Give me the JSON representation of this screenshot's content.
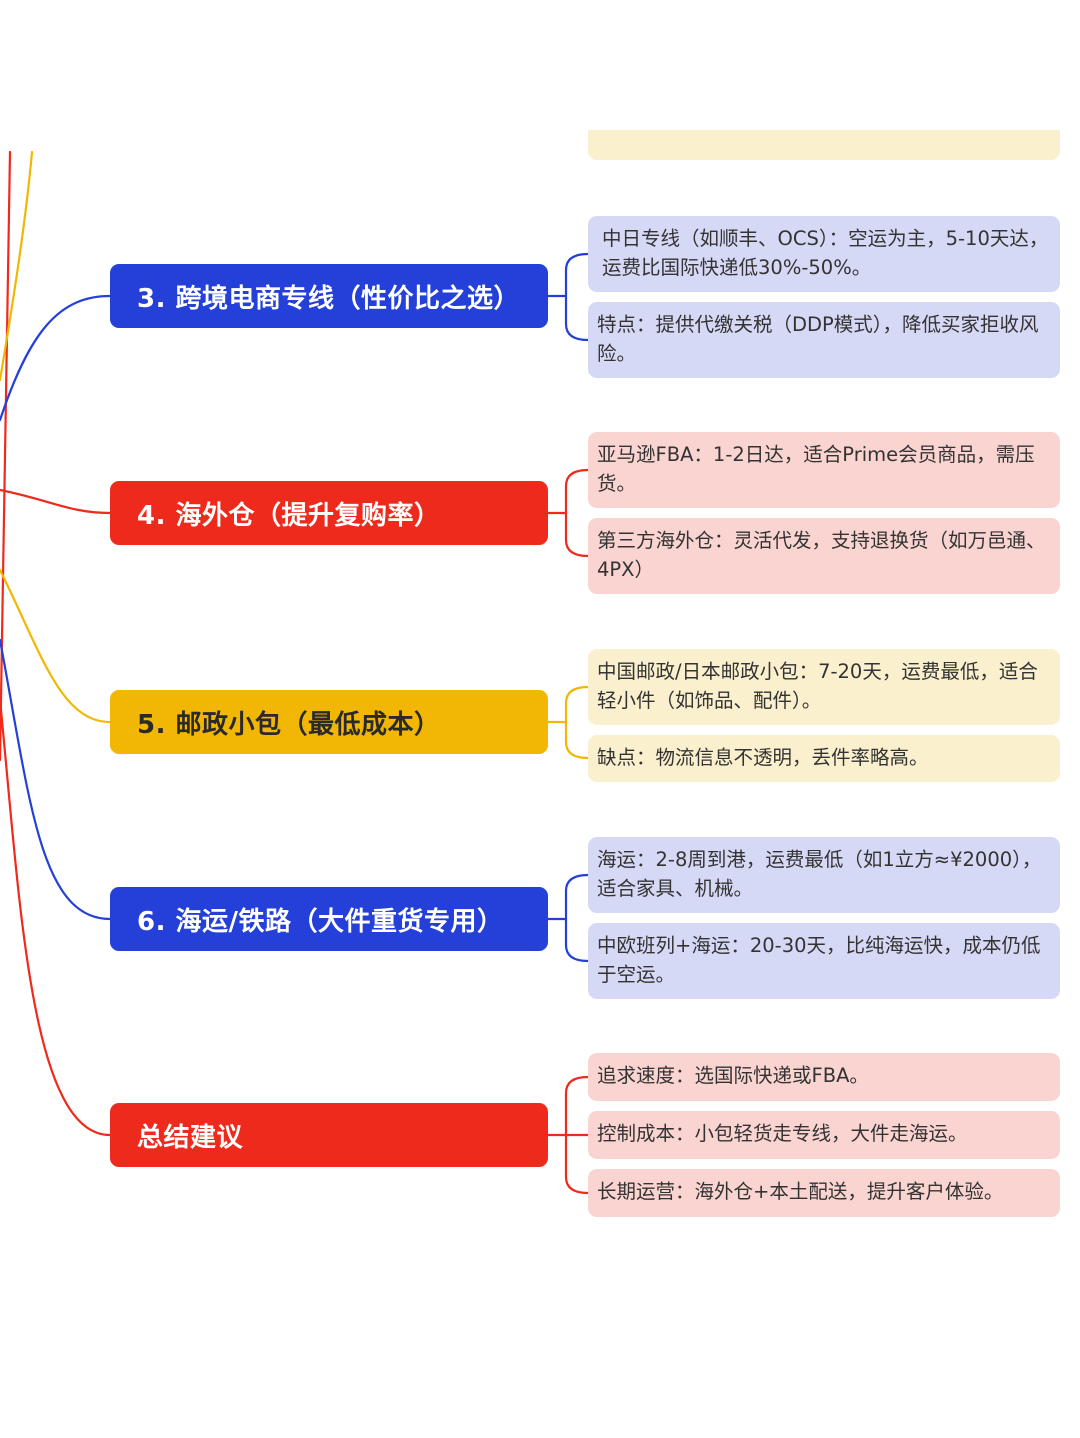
{
  "colors": {
    "blue": "#2440d8",
    "red": "#ee2a1c",
    "yellow": "#f2b705",
    "blue_leaf": "#d6d9f5",
    "red_leaf": "#fad4d1",
    "yellow_leaf": "#faf0cd",
    "branch_text_dark": "#2a2a2a",
    "branch_text_light": "#ffffff"
  },
  "mindmap": {
    "branches": [
      {
        "label": "3. 跨境电商专线（性价比之选）",
        "color": "blue",
        "leaves": [
          "中日专线（如顺丰、OCS）：空运为主，5-10天达，运费比国际快递低30%-50%。",
          "特点：提供代缴关税（DDP模式），降低买家拒收风险。"
        ]
      },
      {
        "label": "4. 海外仓（提升复购率）",
        "color": "red",
        "leaves": [
          "亚马逊FBA：1-2日达，适合Prime会员商品，需压货。",
          "第三方海外仓：灵活代发，支持退换货（如万邑通、4PX）"
        ]
      },
      {
        "label": "5. 邮政小包（最低成本）",
        "color": "yellow",
        "leaves": [
          "中国邮政/日本邮政小包：7-20天，运费最低，适合轻小件（如饰品、配件）。",
          "缺点：物流信息不透明，丢件率略高。"
        ]
      },
      {
        "label": "6. 海运/铁路（大件重货专用）",
        "color": "blue",
        "leaves": [
          "海运：2-8周到港，运费最低（如1立方≈¥2000），适合家具、机械。",
          "中欧班列+海运：20-30天，比纯海运快，成本仍低于空运。"
        ]
      },
      {
        "label": "总结建议",
        "color": "red",
        "leaves": [
          "追求速度：选国际快递或FBA。",
          "控制成本：小包轻货走专线，大件走海运。",
          "长期运营：海外仓+本土配送，提升客户体验。"
        ]
      }
    ]
  }
}
